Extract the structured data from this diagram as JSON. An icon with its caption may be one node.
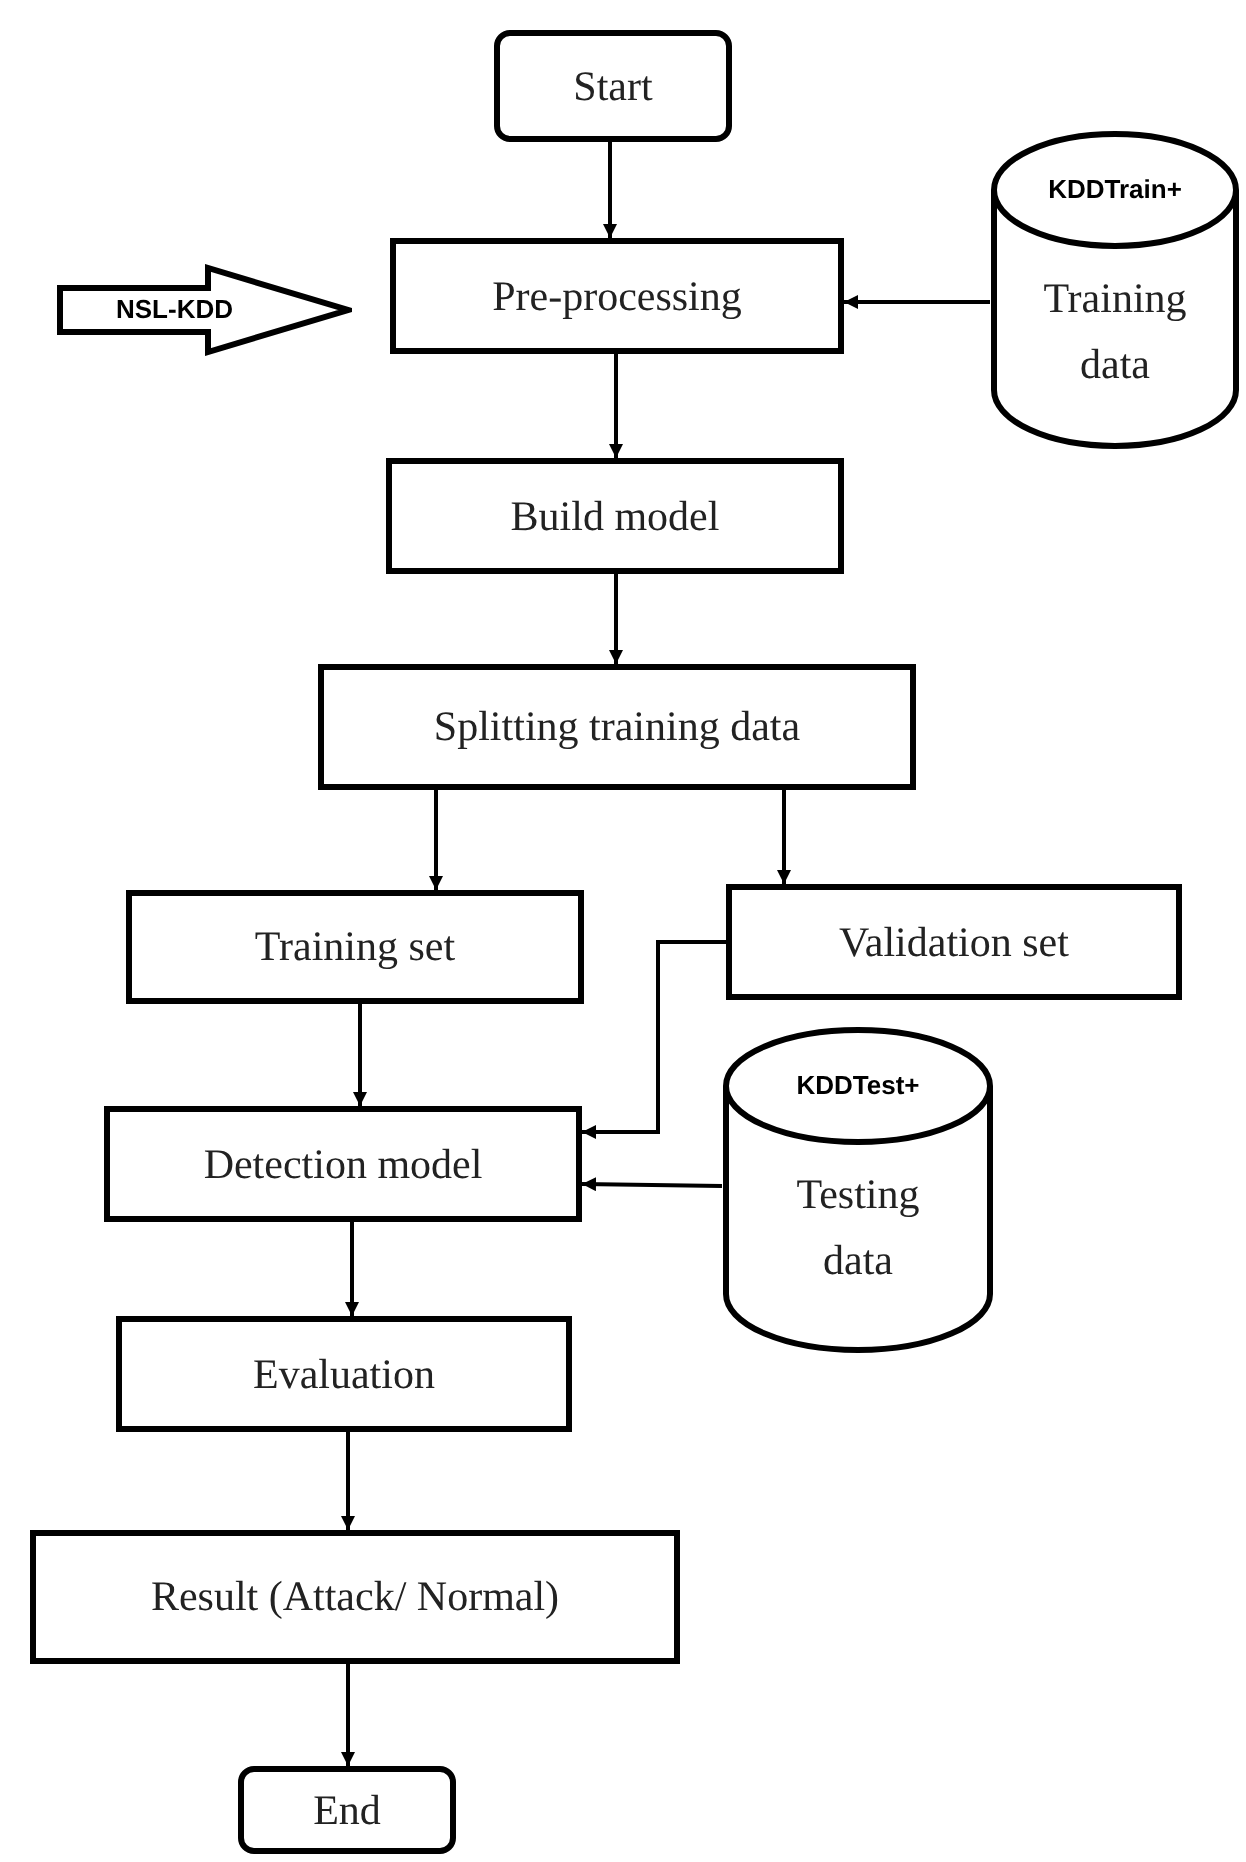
{
  "diagram": {
    "nodes": [
      {
        "text": [
          "Start"
        ]
      },
      {
        "text": [
          "NSL-KDD"
        ]
      },
      {
        "text": [
          "Pre-processing"
        ]
      },
      {
        "text": [
          "KDDTrain+",
          "Training data"
        ]
      },
      {
        "text": [
          "Build model"
        ]
      },
      {
        "text": [
          "Splitting training data"
        ]
      },
      {
        "text": [
          "Training set"
        ]
      },
      {
        "text": [
          "Validation set"
        ]
      },
      {
        "text": [
          "KDDTest+",
          "Testing data"
        ]
      },
      {
        "text": [
          "Detection model"
        ]
      },
      {
        "text": [
          "Evaluation"
        ]
      },
      {
        "text": [
          "Result (Attack/ Normal)"
        ]
      },
      {
        "text": [
          "End"
        ]
      }
    ],
    "edges": [
      {
        "from": 0,
        "to": 2,
        "arrow": "to"
      },
      {
        "from": 3,
        "to": 2,
        "arrow": "to"
      },
      {
        "from": 2,
        "to": 4,
        "arrow": "to"
      },
      {
        "from": 4,
        "to": 5,
        "arrow": "to"
      },
      {
        "from": 5,
        "to": 6,
        "arrow": "to"
      },
      {
        "from": 5,
        "to": 7,
        "arrow": "to"
      },
      {
        "from": 6,
        "to": 9,
        "arrow": "to"
      },
      {
        "from": 7,
        "to": 9,
        "arrow": "to"
      },
      {
        "from": 8,
        "to": 9,
        "arrow": "to"
      },
      {
        "from": 9,
        "to": 10,
        "arrow": "to"
      },
      {
        "from": 10,
        "to": 11,
        "arrow": "to"
      },
      {
        "from": 11,
        "to": 12,
        "arrow": "to"
      }
    ]
  }
}
